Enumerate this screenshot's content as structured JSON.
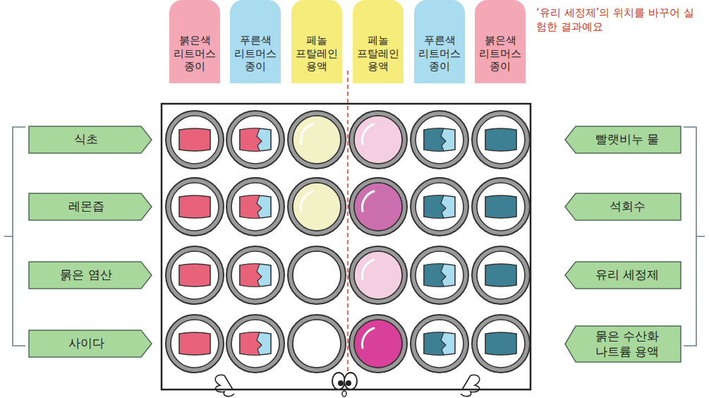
{
  "diagram": {
    "nodes": [
      {
        "text": [
          "붉은색 리트머스 종이"
        ]
      },
      {
        "text": [
          "푸른색 리트머스 종이"
        ]
      },
      {
        "text": [
          "페놀 프탈레인 용액"
        ]
      },
      {
        "text": [
          "페놀 프탈레인 용액"
        ]
      },
      {
        "text": [
          "푸른색 리트머스 종이"
        ]
      },
      {
        "text": [
          "붉은색 리트머스 종이"
        ]
      },
      {
        "text": [
          "식초"
        ]
      },
      {
        "text": [
          "빨랫비누 물"
        ]
      },
      {
        "text": [
          "레몬즙"
        ]
      },
      {
        "text": [
          "석회수"
        ]
      },
      {
        "text": [
          "묽은 염산"
        ]
      },
      {
        "text": [
          "유리 세정제"
        ]
      },
      {
        "text": [
          "사이다"
        ]
      },
      {
        "text": [
          "묽은 수산화 나트륨 용액"
        ]
      }
    ],
    "labels": [
      "‘유리 세정제’의 위치를 바꾸어 실험한 결과예요"
    ]
  }
}
